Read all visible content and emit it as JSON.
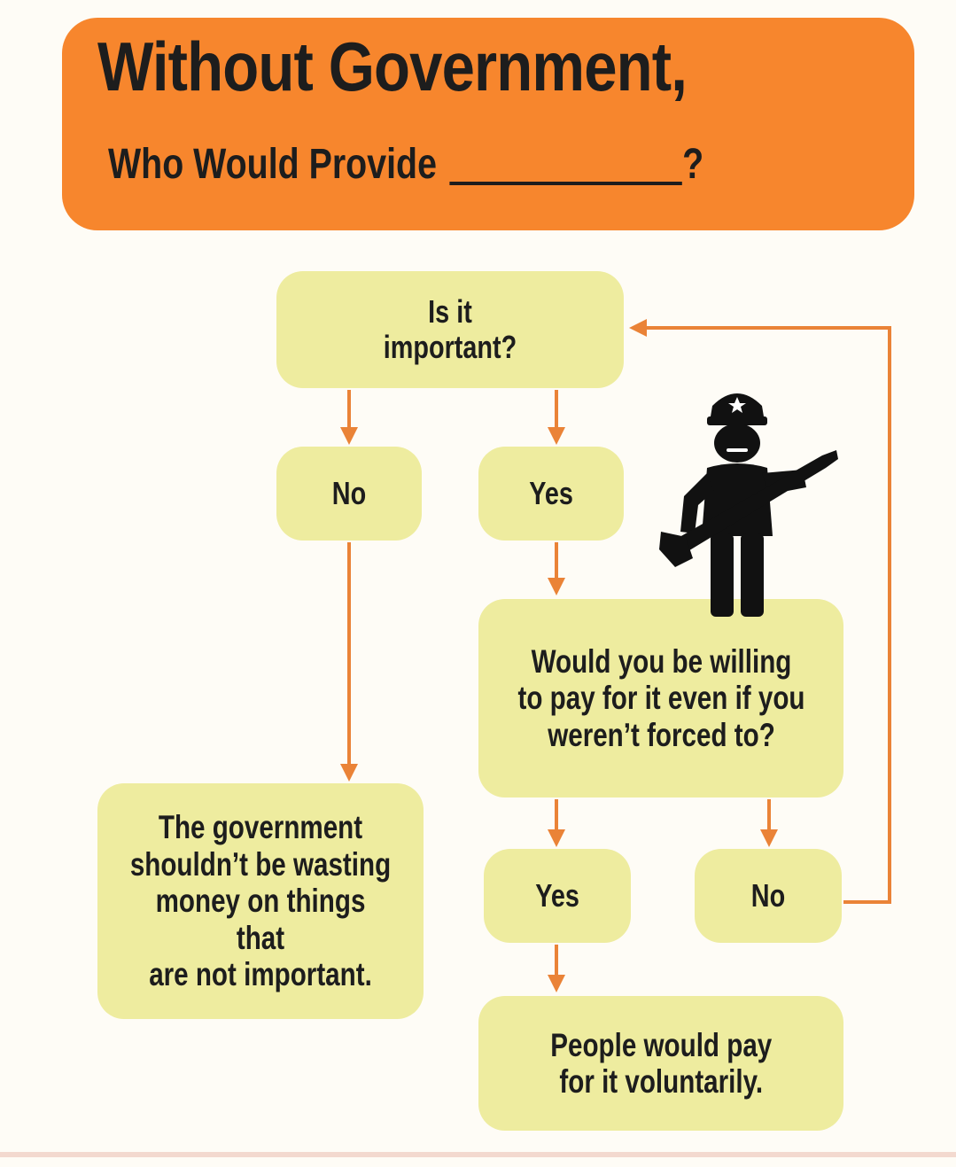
{
  "header": {
    "title": "Without Government,",
    "subtitle": "Who Would Provide",
    "question_mark": "?"
  },
  "nodes": {
    "important": "Is it\nimportant?",
    "no1": "No",
    "yes1": "Yes",
    "willing": "Would you be willing\nto pay for it even if you\nweren’t forced to?",
    "waste": "The government\nshouldn’t be wasting\nmoney on things that\nare not important.",
    "yes2": "Yes",
    "no2": "No",
    "voluntary": "People would pay\nfor it voluntarily."
  },
  "colors": {
    "header_bg": "#f7862d",
    "box_bg": "#eeec9f",
    "arrow": "#ea8337",
    "text": "#1d1d1d"
  },
  "icons": [
    "police-officer-with-rifle-icon"
  ]
}
